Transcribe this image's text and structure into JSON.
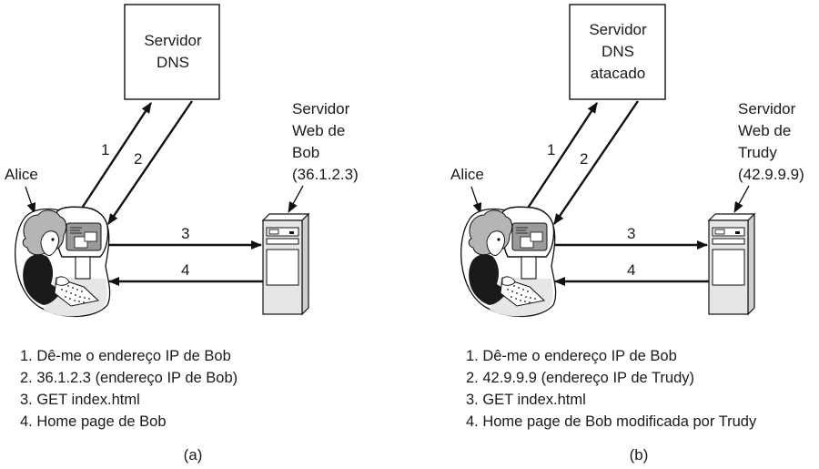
{
  "panels": [
    {
      "id": "a",
      "caption": "(a)",
      "dns_server": {
        "lines": [
          "Servidor",
          "DNS"
        ]
      },
      "client_label": "Alice",
      "web_server": {
        "lines": [
          "Servidor",
          "Web de",
          "Bob",
          "(36.1.2.3)"
        ]
      },
      "arrow_labels": [
        "1",
        "2",
        "3",
        "4"
      ],
      "legend": [
        "1. Dê-me o endereço IP de Bob",
        "2. 36.1.2.3 (endereço IP de Bob)",
        "3. GET index.html",
        "4. Home page de Bob"
      ]
    },
    {
      "id": "b",
      "caption": "(b)",
      "dns_server": {
        "lines": [
          "Servidor",
          "DNS",
          "atacado"
        ]
      },
      "client_label": "Alice",
      "web_server": {
        "lines": [
          "Servidor",
          "Web de",
          "Trudy",
          "(42.9.9.9)"
        ]
      },
      "arrow_labels": [
        "1",
        "2",
        "3",
        "4"
      ],
      "legend": [
        "1. Dê-me o endereço IP de Bob",
        "2. 42.9.9.9 (endereço IP de Trudy)",
        "3. GET index.html",
        "4. Home page de Bob modificada por Trudy"
      ]
    }
  ],
  "colors": {
    "ink": "#111111",
    "gray_fill": "#bdbdbd",
    "light_fill": "#e6e6e6"
  }
}
